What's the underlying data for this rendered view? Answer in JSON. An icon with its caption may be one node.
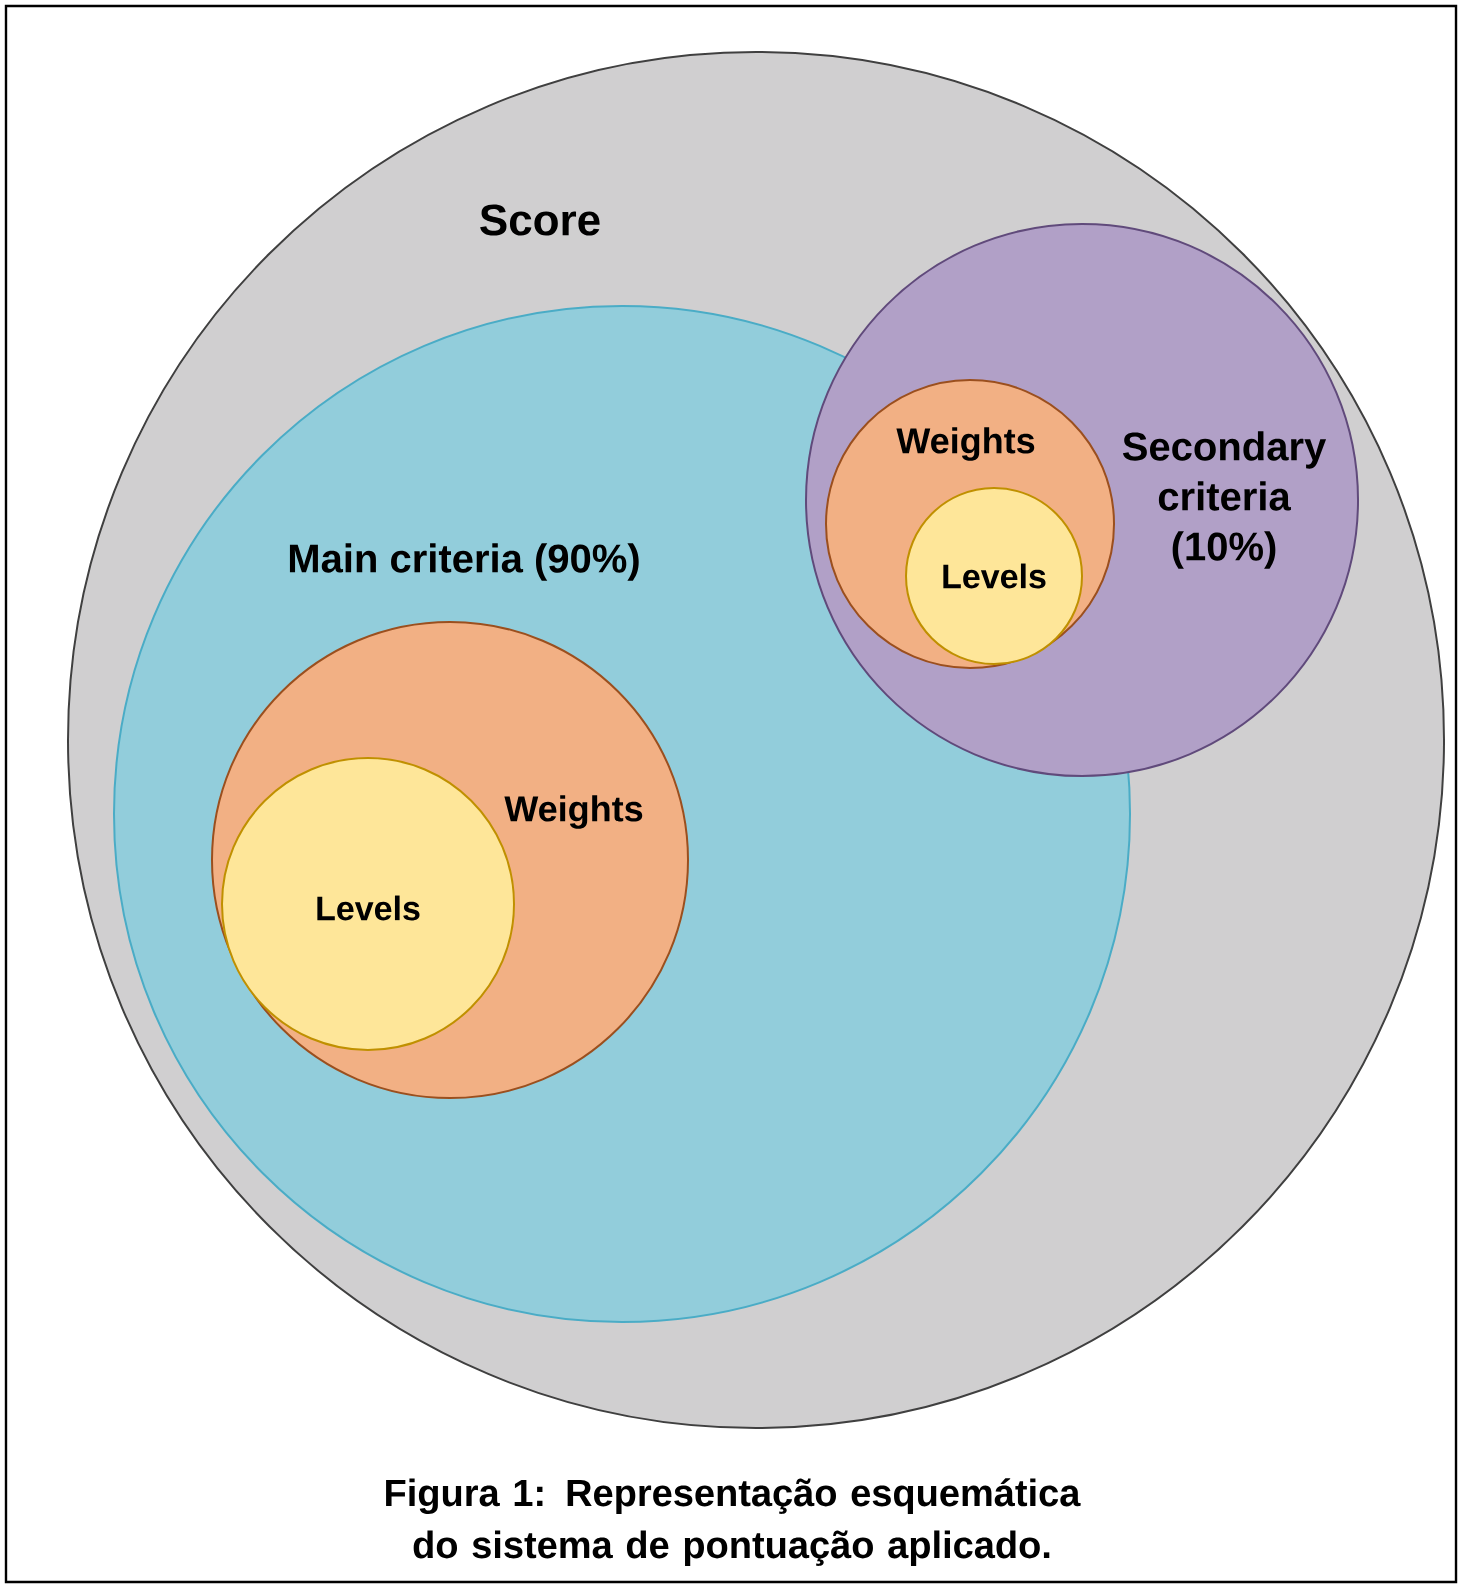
{
  "diagram": {
    "caption": "Figura 1: Representação esquemática do sistema de pontuação aplicado.",
    "nodes": [
      {
        "text": [
          "Score"
        ]
      },
      {
        "text": [
          "Main criteria (90%)"
        ],
        "in": 0
      },
      {
        "text": [
          "Weights"
        ],
        "in": 1
      },
      {
        "text": [
          "Levels"
        ],
        "in": 2
      },
      {
        "text": [
          "Secondary criteria (10%)"
        ],
        "in": 0
      },
      {
        "text": [
          "Weights"
        ]
      },
      {
        "text": [
          "Levels"
        ],
        "in": 5
      }
    ]
  }
}
